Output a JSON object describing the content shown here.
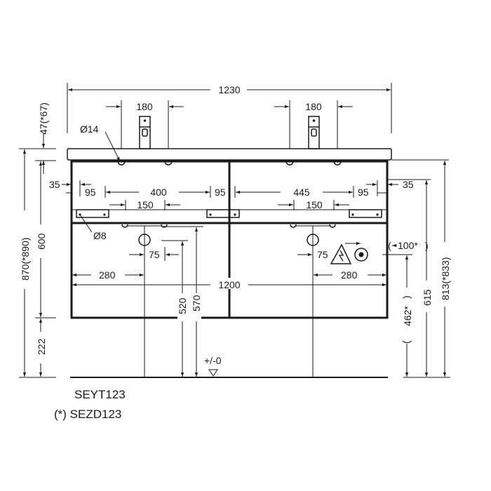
{
  "drawing": {
    "type": "technical elevation drawing - double washbasin vanity unit",
    "line_color": "#1a1a1a",
    "background": "#ffffff",
    "models": {
      "primary": "SEYT123",
      "alternate": "(*) SEZD123"
    },
    "dimensions": {
      "overall_width": "1230",
      "cabinet_width": "1200",
      "tap_spacing_left": "180",
      "tap_spacing_right": "180",
      "tap_hole_diameter": "Ø14",
      "fixing_hole_diameter": "Ø8",
      "countertop_height": "47(*67)",
      "total_height": "870(*890)",
      "cabinet_height": "600",
      "leg_clearance": "222",
      "side_offset_left": "35",
      "side_offset_right": "35",
      "bracket_offset_left_a": "95",
      "bracket_span_left": "400",
      "bracket_offset_left_b": "95",
      "bracket_span_right": "445",
      "bracket_offset_right": "95",
      "bracket_spacing_left": "150",
      "bracket_spacing_right": "150",
      "drain_offset_left": "75",
      "drain_offset_right": "75",
      "drain_to_edge_left": "280",
      "drain_to_edge_right": "280",
      "drain_height_a": "520",
      "drain_height_b": "570",
      "socket_offset": "100*",
      "socket_height": "462*",
      "dim_615": "615",
      "dim_813": "813(*833)",
      "floor_level": "+/-0"
    },
    "symbols": {
      "electrical_warning": "warning-triangle-lightning",
      "socket": "outlet-circle",
      "floor_marker": "triangle-down"
    }
  }
}
